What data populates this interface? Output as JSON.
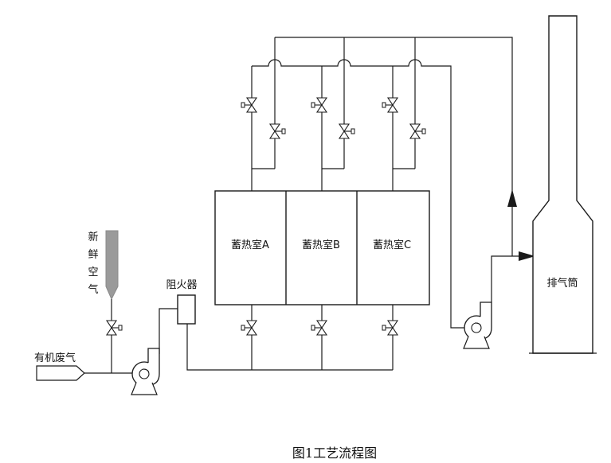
{
  "labels": {
    "chamber_a": "蓄热室A",
    "chamber_b": "蓄热室B",
    "chamber_c": "蓄热室C",
    "flame_arrester": "阻火器",
    "chimney": "排气筒",
    "organic_waste_gas": "有机废气",
    "fresh_air": [
      "新",
      "鲜",
      "空",
      "气"
    ]
  },
  "caption": "图1工艺流程图",
  "colors": {
    "line": "#1a1a1a",
    "fresh_air_fill": "#9a9a9a",
    "background": "#ffffff"
  }
}
